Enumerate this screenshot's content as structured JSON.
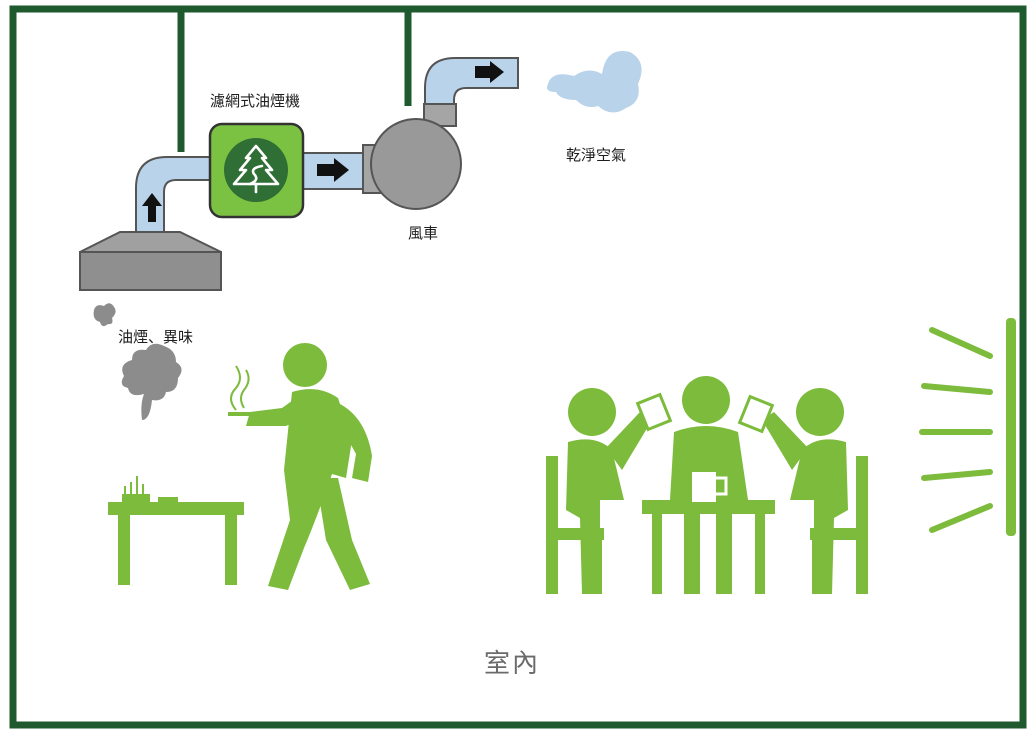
{
  "labels": {
    "filter_unit": "濾網式油煙機",
    "fan": "風車",
    "clean_air": "乾淨空氣",
    "smoke_odor": "油煙、異味",
    "indoor": "室內"
  },
  "colors": {
    "wall": "#1f5a2e",
    "figure_green": "#7cbb3c",
    "duct_blue": "#b9d3ea",
    "fan_gray": "#999999",
    "hood_gray": "#8f8f8f",
    "smoke_gray": "#8c8c8c",
    "filter_green": "#7cc242",
    "filter_dark": "#2f6e35"
  }
}
